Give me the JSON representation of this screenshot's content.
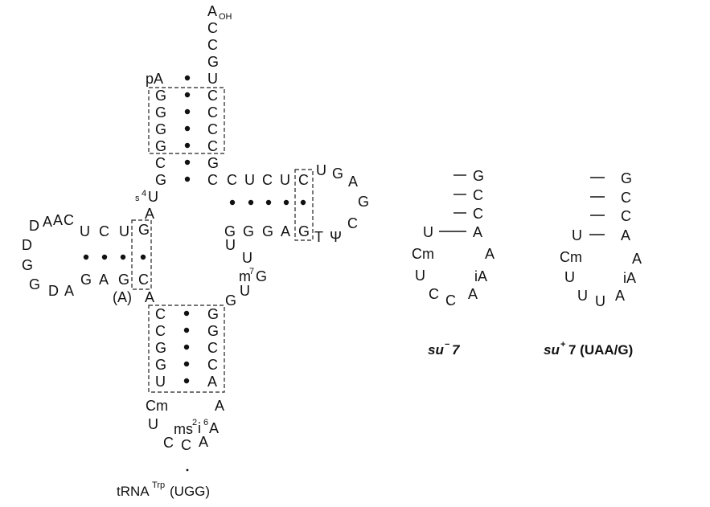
{
  "trna": {
    "title_main": "tRNA",
    "title_sup": "Trp",
    "title_suffix": "(UGG)",
    "acceptor_stem_3prime": [
      "A",
      "C",
      "C",
      "G",
      "U",
      "C",
      "C",
      "C",
      "C",
      "G"
    ],
    "acceptor_oh": "OH",
    "acceptor_stem_5prime": [
      "pA",
      "G",
      "G",
      "G",
      "G",
      "C",
      "G"
    ],
    "s4u": {
      "base": "U",
      "mod": "s",
      "sup": "4"
    },
    "a_after_s4u": "A",
    "d_stem_top": [
      "U",
      "C",
      "U",
      "C",
      "A",
      "A"
    ],
    "d_loop": [
      "D",
      "D",
      "G",
      "G",
      "D",
      "A"
    ],
    "d_stem_bottom": [
      "G",
      "A",
      "G",
      "C"
    ],
    "d_stem_right": [
      "G",
      "C"
    ],
    "paren_a": "(A)",
    "a_junction": "A",
    "anticodon_stem_left": [
      "C",
      "C",
      "G",
      "G",
      "U"
    ],
    "anticodon_stem_right": [
      "G",
      "G",
      "C",
      "C",
      "A"
    ],
    "anticodon_loop": {
      "cm": "Cm",
      "u": "U",
      "c1": "C",
      "c2": "C",
      "a": "A",
      "ms_prefix": "ms",
      "ms_sup": "2",
      "i_char": "i",
      "i_sup": "6",
      "ms_base": "A",
      "a_top": "A"
    },
    "variable_loop": {
      "g": "G",
      "u1": "U",
      "m7g_prefix": "m",
      "m7g_sup": "7",
      "m7g_base": "G",
      "u2": "U"
    },
    "t_stem_top": [
      "C",
      "C",
      "U",
      "C",
      "U",
      "C"
    ],
    "t_stem_bottom": [
      "G",
      "G",
      "G",
      "A",
      "G"
    ],
    "t_loop": [
      "U",
      "G",
      "A",
      "G",
      "C",
      "Ψ",
      "T"
    ]
  },
  "panels": [
    {
      "stem": [
        "G",
        "C",
        "C",
        "A"
      ],
      "u": "U",
      "loop_left": [
        "Cm",
        "U",
        "C",
        "C"
      ],
      "loop_right": [
        "A",
        "iA",
        "A"
      ],
      "caption_italic": "su",
      "caption_sup": "−",
      "caption_rest": "7"
    },
    {
      "stem": [
        "G",
        "C",
        "C",
        "A"
      ],
      "u": "U",
      "loop_left": [
        "Cm",
        "U",
        "U",
        "U"
      ],
      "loop_right": [
        "A",
        "iA",
        "A"
      ],
      "caption_italic": "su",
      "caption_sup": "+",
      "caption_rest": "7 (UAA/G)"
    }
  ]
}
